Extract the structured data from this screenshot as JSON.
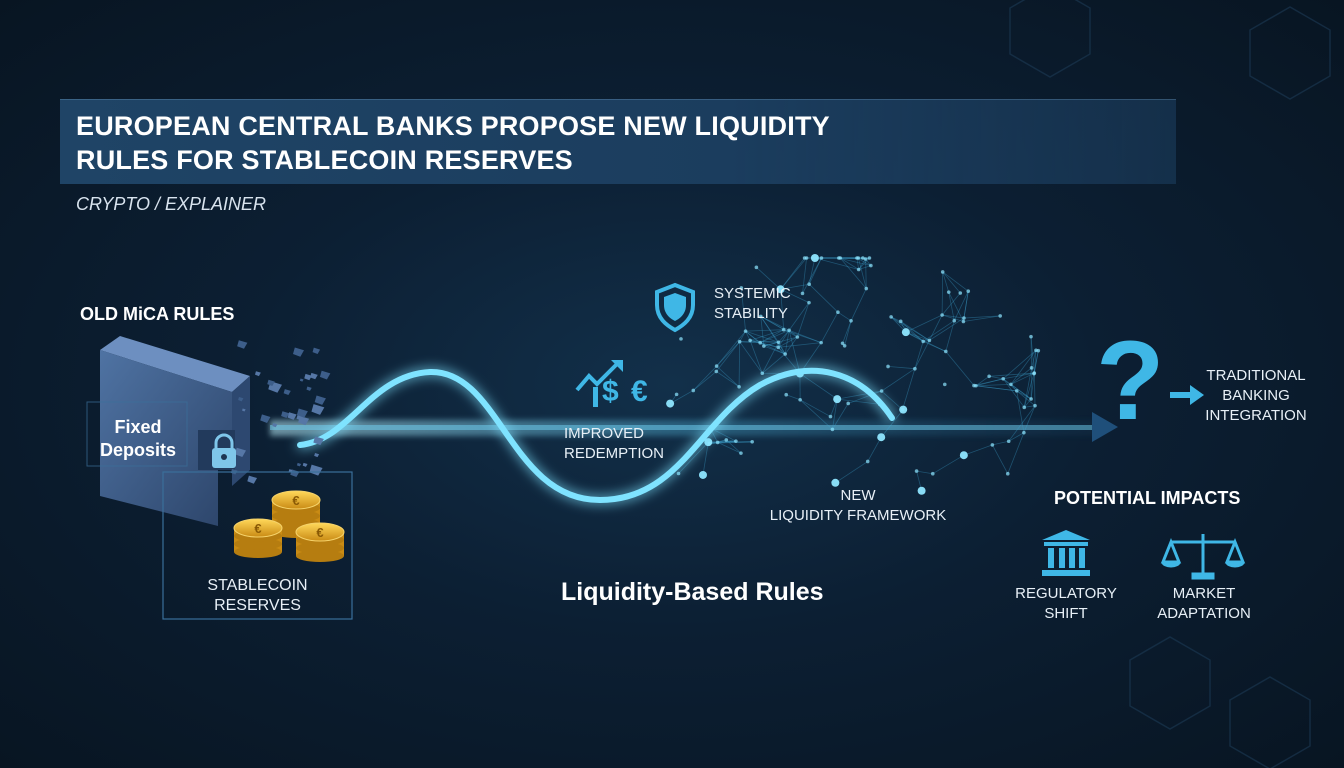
{
  "header": {
    "title_line1": "EUROPEAN CENTRAL BANKS PROPOSE NEW LIQUIDITY",
    "title_line2": "RULES FOR STABLECOIN RESERVES",
    "category": "CRYPTO / EXPLAINER"
  },
  "left": {
    "heading": "OLD MiCA RULES",
    "block_line1": "Fixed",
    "block_line2": "Deposits",
    "reserves_line1": "STABLECOIN",
    "reserves_line2": "RESERVES"
  },
  "middle": {
    "systemic_line1": "SYSTEMIC",
    "systemic_line2": "STABILITY",
    "currency_glyph": "$ €",
    "redemption_line1": "IMPROVED",
    "redemption_line2": "REDEMPTION",
    "framework_line1": "NEW",
    "framework_line2": "LIQUIDITY FRAMEWORK",
    "caption": "Liquidity-Based Rules"
  },
  "right": {
    "question_mark": "?",
    "integration_line1": "TRADITIONAL",
    "integration_line2": "BANKING",
    "integration_line3": "INTEGRATION",
    "impacts_heading": "POTENTIAL IMPACTS",
    "regulatory_line1": "REGULATORY",
    "regulatory_line2": "SHIFT",
    "market_line1": "MARKET",
    "market_line2": "ADAPTATION"
  },
  "colors": {
    "background": "#0c1f33",
    "banner": "#1f4466",
    "accent": "#3fb7e6",
    "glow": "#7fe3ff",
    "gold": "#e8b531",
    "block": "#3e5c86"
  },
  "icons": [
    "padlock-icon",
    "euro-coin-icon",
    "shield-icon",
    "trend-arrow-icon",
    "question-mark-icon",
    "right-arrow-icon",
    "bank-icon",
    "scales-icon"
  ]
}
